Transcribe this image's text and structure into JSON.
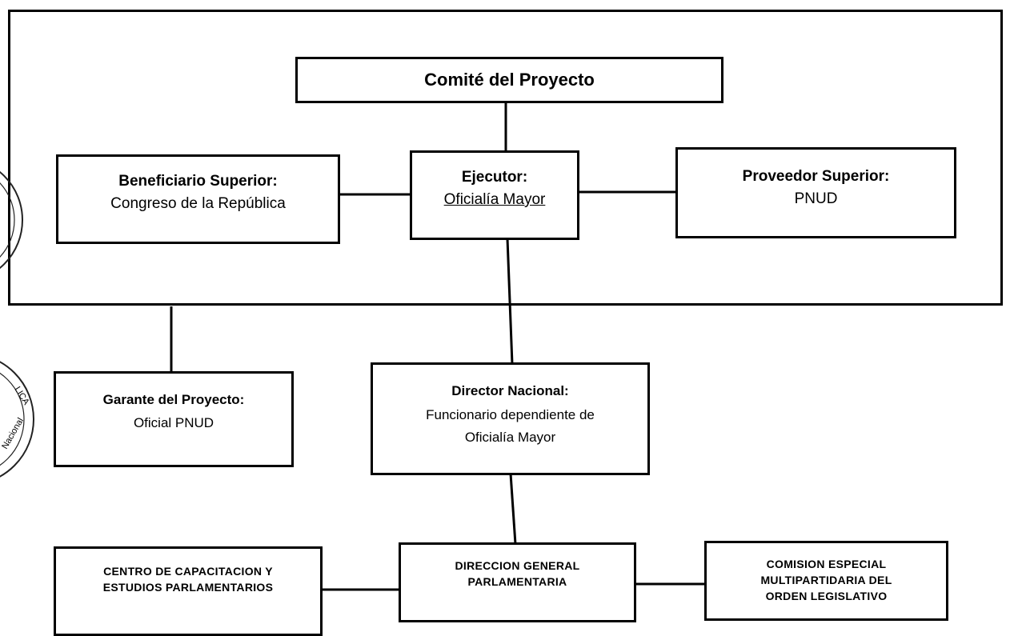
{
  "diagram": {
    "committee": {
      "title": "Comité del Proyecto"
    },
    "beneficiary": {
      "title": "Beneficiario Superior:",
      "name": "Congreso de la República"
    },
    "executor": {
      "title": "Ejecutor:",
      "name": "Oficialía Mayor"
    },
    "supplier": {
      "title": "Proveedor Superior:",
      "name": "PNUD"
    },
    "guarantor": {
      "title": "Garante del Proyecto:",
      "name": "Oficial PNUD"
    },
    "director": {
      "title": "Director Nacional:",
      "line1": "Funcionario dependiente de",
      "line2": "Oficialía Mayor"
    },
    "centro": {
      "line1": "CENTRO DE CAPACITACION Y",
      "line2": "ESTUDIOS PARLAMENTARIOS"
    },
    "direccion": {
      "line1": "DIRECCION GENERAL",
      "line2": "PARLAMENTARIA"
    },
    "comision": {
      "line1": "COMISION ESPECIAL",
      "line2": "MULTIPARTIDARIA DEL",
      "line3": "ORDEN LEGISLATIVO"
    }
  },
  "seal": {
    "fragment_top": "LICA",
    "fragment_bottom": "Nacional"
  }
}
